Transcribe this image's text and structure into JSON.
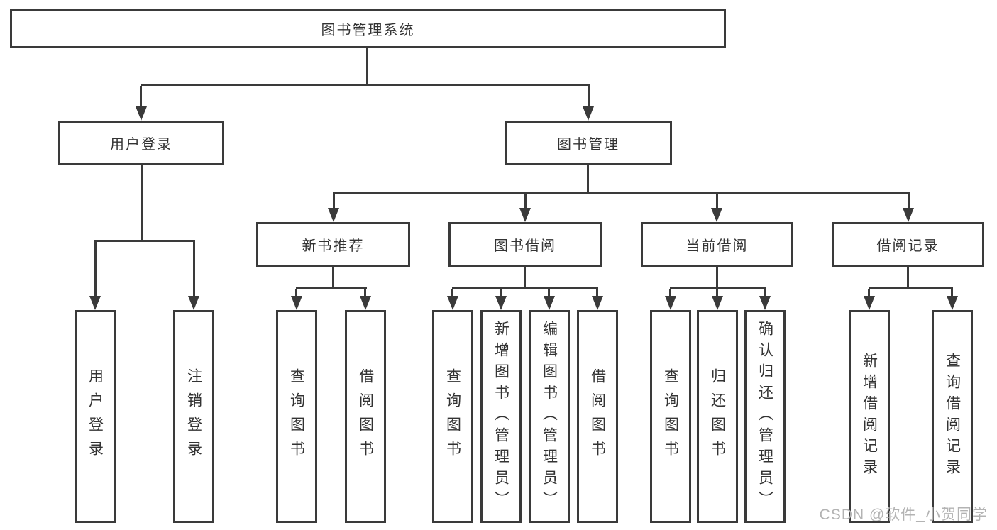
{
  "diagram_type": "hierarchy-tree",
  "colors": {
    "line": "#3a3a3a",
    "border": "#3a3a3a",
    "text": "#333333",
    "background": "#ffffff",
    "watermark": "#b3b3b3"
  },
  "tree": {
    "label": "图书管理系统",
    "children": [
      {
        "label": "用户登录",
        "children": [
          {
            "label": "用户登录"
          },
          {
            "label": "注销登录"
          }
        ]
      },
      {
        "label": "图书管理",
        "children": [
          {
            "label": "新书推荐",
            "children": [
              {
                "label": "查询图书"
              },
              {
                "label": "借阅图书"
              }
            ]
          },
          {
            "label": "图书借阅",
            "children": [
              {
                "label": "查询图书"
              },
              {
                "label": "新增图书（管理员）"
              },
              {
                "label": "编辑图书（管理员）"
              },
              {
                "label": "借阅图书"
              }
            ]
          },
          {
            "label": "当前借阅",
            "children": [
              {
                "label": "查询图书"
              },
              {
                "label": "归还图书"
              },
              {
                "label": "确认归还（管理员）"
              }
            ]
          },
          {
            "label": "借阅记录",
            "children": [
              {
                "label": "新增借阅记录"
              },
              {
                "label": "查询借阅记录"
              }
            ]
          }
        ]
      }
    ]
  },
  "watermark": {
    "text": "CSDN @软件_小贺同学"
  }
}
